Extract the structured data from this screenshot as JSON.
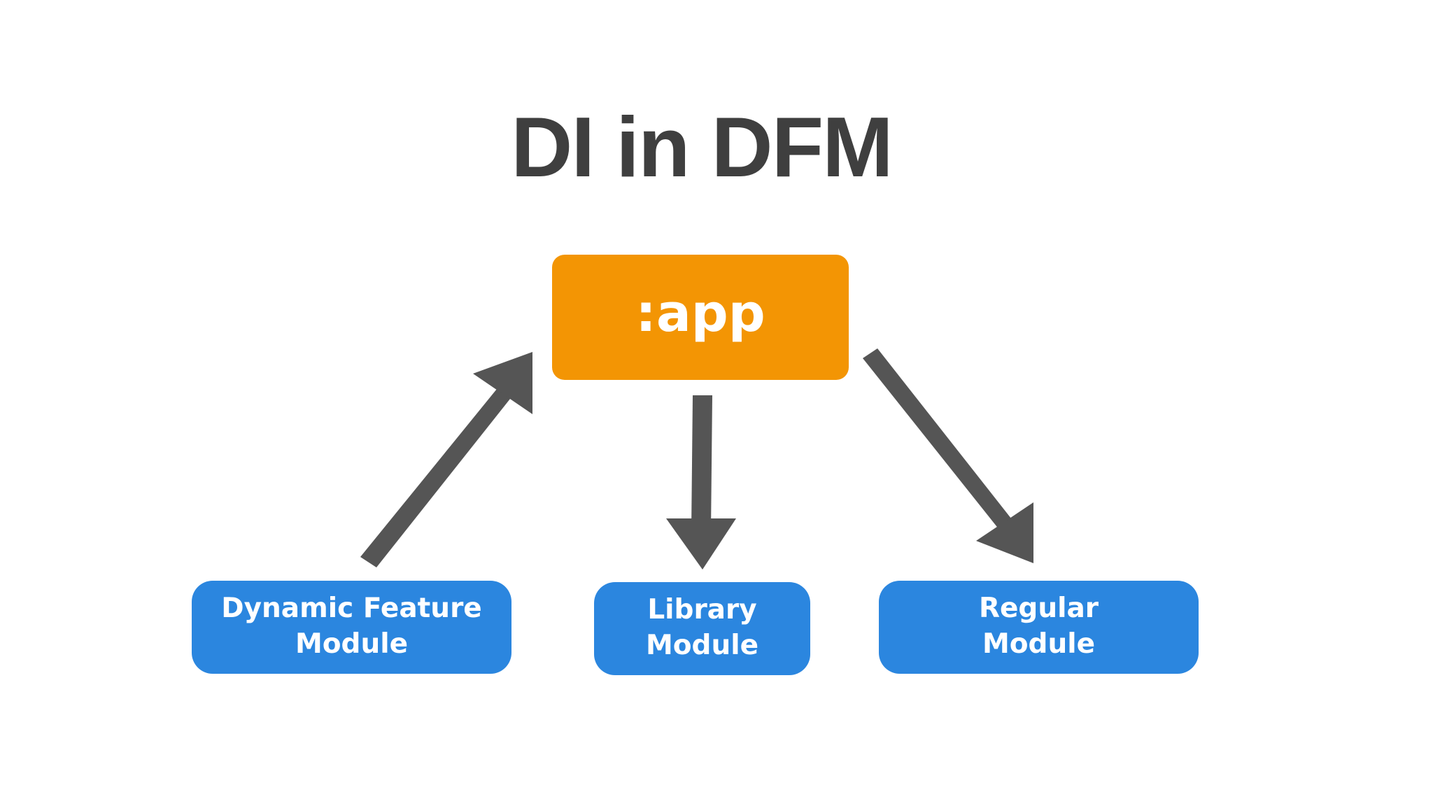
{
  "title": "DI in DFM",
  "nodes": {
    "app": {
      "label": ":app"
    },
    "dynamic_feature": {
      "label": "Dynamic Feature\nModule"
    },
    "library": {
      "label": "Library\nModule"
    },
    "regular": {
      "label": "Regular\nModule"
    }
  },
  "edges": [
    {
      "from": "Dynamic Feature Module",
      "to": ":app"
    },
    {
      "from": ":app",
      "to": "Library Module"
    },
    {
      "from": ":app",
      "to": "Regular Module"
    }
  ],
  "colors": {
    "app": "#f39504",
    "module": "#2b86df",
    "arrow": "#555555",
    "title": "#3f3f3f"
  }
}
